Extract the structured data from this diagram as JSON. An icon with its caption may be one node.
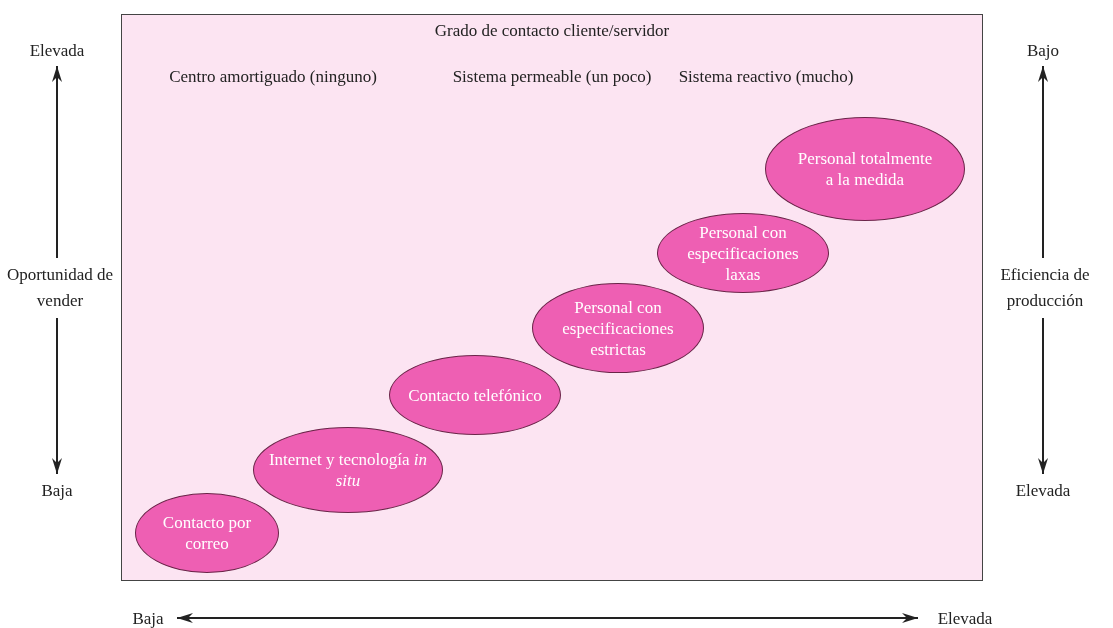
{
  "diagram": {
    "title": "Grado de contacto cliente/servidor",
    "nodes": [
      {
        "text": [
          "Contacto por correo"
        ]
      },
      {
        "text": [
          "Internet y tecnología *in situ*"
        ]
      },
      {
        "text": [
          "Contacto telefónico"
        ]
      },
      {
        "text": [
          "Personal con especificaciones estrictas"
        ]
      },
      {
        "text": [
          "Personal con especificaciones laxas"
        ]
      },
      {
        "text": [
          "Personal totalmente a la medida"
        ]
      }
    ],
    "labels": [
      "Elevada",
      "Bajo",
      "Centro amortiguado (ninguno)",
      "Sistema permeable (un poco)",
      "Sistema reactivo (mucho)",
      "Oportunidad de vender",
      "Eficiencia de producción",
      "Baja",
      "Elevada",
      "Baja",
      "Elevada"
    ]
  }
}
